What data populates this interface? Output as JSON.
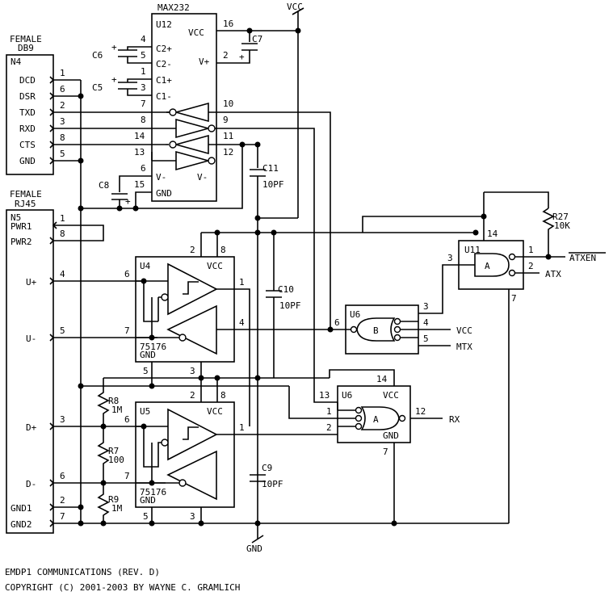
{
  "power": {
    "vcc": "VCC",
    "gnd": "GND"
  },
  "connectors": {
    "db9": {
      "title1": "FEMALE",
      "title2": "DB9",
      "ref": "N4",
      "pins": [
        {
          "num": "1",
          "name": "DCD"
        },
        {
          "num": "6",
          "name": "DSR"
        },
        {
          "num": "2",
          "name": "TXD"
        },
        {
          "num": "3",
          "name": "RXD"
        },
        {
          "num": "8",
          "name": "CTS"
        },
        {
          "num": "5",
          "name": "GND"
        }
      ]
    },
    "rj45": {
      "title1": "FEMALE",
      "title2": "RJ45",
      "ref": "N5",
      "pins": [
        {
          "num": "1",
          "name": "PWR1"
        },
        {
          "num": "8",
          "name": "PWR2"
        },
        {
          "num": "4",
          "name": "U+"
        },
        {
          "num": "5",
          "name": "U-"
        },
        {
          "num": "3",
          "name": "D+"
        },
        {
          "num": "6",
          "name": "D-"
        },
        {
          "num": "2",
          "name": "GND1"
        },
        {
          "num": "7",
          "name": "GND2"
        }
      ]
    }
  },
  "u12": {
    "part": "MAX232",
    "ref": "U12",
    "left": [
      {
        "num": "4",
        "name": "C2+"
      },
      {
        "num": "5",
        "name": "C2-"
      },
      {
        "num": "1",
        "name": "C1+"
      },
      {
        "num": "3",
        "name": "C1-"
      },
      {
        "num": "7",
        "name": ""
      },
      {
        "num": "8",
        "name": ""
      },
      {
        "num": "14",
        "name": ""
      },
      {
        "num": "13",
        "name": ""
      },
      {
        "num": "6",
        "name": "V-"
      },
      {
        "num": "15",
        "name": "GND"
      }
    ],
    "right": [
      {
        "num": "16",
        "name": "VCC"
      },
      {
        "num": "2",
        "name": "V+"
      },
      {
        "num": "10",
        "name": ""
      },
      {
        "num": "9",
        "name": ""
      },
      {
        "num": "11",
        "name": ""
      },
      {
        "num": "12",
        "name": "V-"
      }
    ]
  },
  "caps": {
    "c5": "C5",
    "c6": "C6",
    "c7": "C7",
    "c8": "C8",
    "c9": "C9",
    "c9v": "10PF",
    "c10": "C10",
    "c10v": "10PF",
    "c11": "C11",
    "c11v": "10PF"
  },
  "resistors": {
    "r7": "R7",
    "r7v": "100",
    "r8": "R8",
    "r8v": "1M",
    "r9": "R9",
    "r9v": "1M",
    "r27": "R27",
    "r27v": "10K"
  },
  "u4": {
    "ref": "U4",
    "part": "75176",
    "vcc": "VCC",
    "gnd": "GND",
    "p2": "2",
    "p8": "8",
    "p6": "6",
    "p7": "7",
    "p1": "1",
    "p4": "4",
    "p5": "5",
    "p3": "3"
  },
  "u5": {
    "ref": "U5",
    "part": "75176",
    "vcc": "VCC",
    "gnd": "GND",
    "p2": "2",
    "p8": "8",
    "p6": "6",
    "p7": "7",
    "p1": "1",
    "p5": "5",
    "p3": "3"
  },
  "u6a": {
    "ref": "U6",
    "gate": "A",
    "vcc": "VCC",
    "gnd": "GND",
    "p13": "13",
    "p14": "14",
    "p1": "1",
    "p2": "2",
    "p12": "12",
    "p7": "7"
  },
  "u6b": {
    "ref": "U6",
    "gate": "B",
    "p6": "6",
    "p3": "3",
    "p4": "4",
    "p5": "5"
  },
  "u11": {
    "ref": "U11",
    "gate": "A",
    "p14": "14",
    "p3": "3",
    "p1": "1",
    "p2": "2",
    "p7": "7"
  },
  "signals": {
    "atxen": "ATXEN",
    "atx": "ATX",
    "vcc": "VCC",
    "mtx": "MTX",
    "rx": "RX"
  },
  "footer": {
    "title": "EMDP1 COMMUNICATIONS (REV. D)",
    "copyright": "COPYRIGHT (C) 2001-2003 BY WAYNE C. GRAMLICH"
  }
}
